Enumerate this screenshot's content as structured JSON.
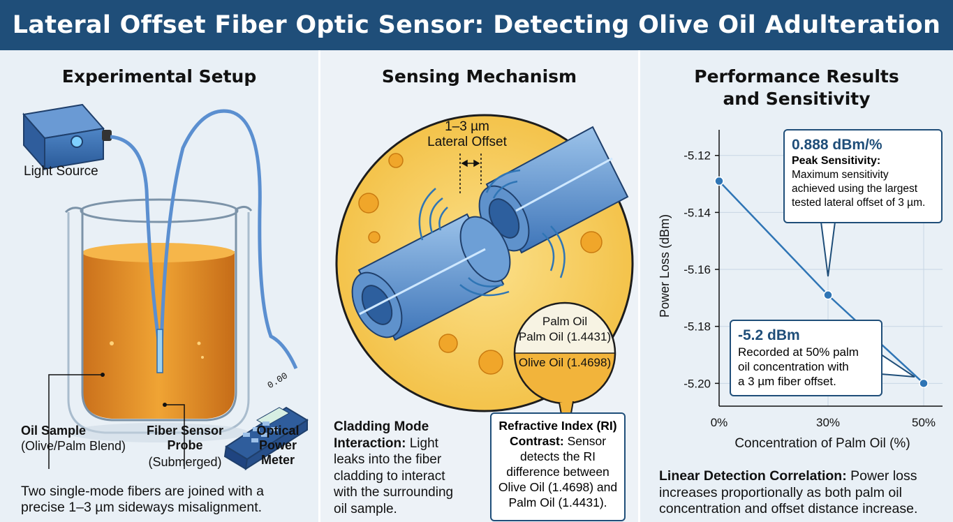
{
  "title": "Lateral Offset Fiber Optic Sensor: Detecting Olive Oil Adulteration",
  "setup": {
    "heading": "Experimental Setup",
    "light_source": "Light Source",
    "oil_sample": "Oil Sample",
    "oil_sample_sub": "(Olive/Palm Blend)",
    "probe_line1": "Fiber Sensor",
    "probe_line2": "Probe",
    "probe_sub": "(Submerged)",
    "meter_line1": "Optical",
    "meter_line2": "Power",
    "meter_line3": "Meter",
    "meter_display": "0.00",
    "caption_line1": "Two single-mode fibers are joined with a",
    "caption_line2": "precise 1–3 µm sideways misalignment."
  },
  "mechanism": {
    "heading": "Sensing Mechanism",
    "offset_line1": "1–3 µm",
    "offset_line2": "Lateral Offset",
    "palm_top": "Palm Oil",
    "palm_ri": "Palm Oil (1.4431)",
    "olive_ri": "Olive Oil (1.4698)",
    "cladding_bold1": "Cladding Mode",
    "cladding_bold2": "Interaction:",
    "cladding_text1": "Light",
    "cladding_text2": "leaks into the fiber",
    "cladding_text3": "cladding to interact",
    "cladding_text4": "with the surrounding",
    "cladding_text5": "oil sample.",
    "ri_bold1": "Refractive Index (RI)",
    "ri_bold2": "Contrast:",
    "ri_text1": "Sensor",
    "ri_text2": "detects the RI",
    "ri_text3": "difference between",
    "ri_text4": "Olive Oil (1.4698) and",
    "ri_text5": "Palm Oil (1.4431)."
  },
  "results": {
    "heading_line1": "Performance Results",
    "heading_line2": "and Sensitivity",
    "callout1_value": "0.888 dBm/%",
    "callout1_bold": "Peak Sensitivity:",
    "callout1_text1": "Maximum sensitivity",
    "callout1_text2": "achieved using the largest",
    "callout1_text3": "tested lateral offset of 3 µm.",
    "callout2_value": "-5.2 dBm",
    "callout2_text1": "Recorded at 50% palm",
    "callout2_text2": "oil concentration with",
    "callout2_text3": "a 3 µm fiber offset.",
    "conclusion_bold": "Linear Detection Correlation:",
    "conclusion_text1": "Power loss",
    "conclusion_text2": "increases proportionally as both palm oil",
    "conclusion_text3": "concentration and offset distance increase."
  },
  "colors": {
    "header": "#1f4e79",
    "accent": "#2f75b5",
    "oil": "#e79a1f",
    "circle": "#f5c84a"
  },
  "chart_data": {
    "type": "line",
    "x_categories": [
      "0%",
      "30%",
      "50%"
    ],
    "series": [
      {
        "values": [
          -5.129,
          -5.169,
          -5.2
        ]
      }
    ],
    "xlabel": "Concentration of Palm Oil (%)",
    "ylabel": "Power Loss (dBm)",
    "yticks": [
      "-5.12",
      "-5.14",
      "-5.16",
      "-5.18",
      "-5.20"
    ],
    "ylim": [
      -5.208,
      -5.111
    ],
    "grid": true
  }
}
